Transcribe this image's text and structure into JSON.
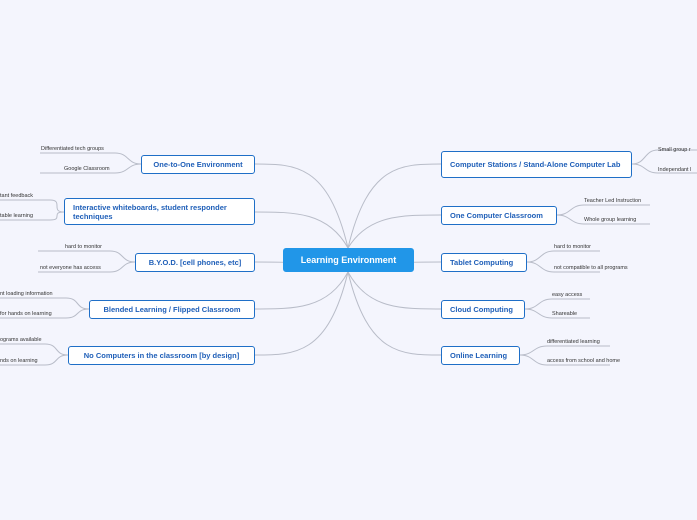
{
  "colors": {
    "background": "#f4f5fd",
    "center_fill": "#2196e8",
    "node_border": "#1f6fc7",
    "node_text": "#1f5fb8",
    "connector": "#b8bcc8"
  },
  "center": {
    "label": "Learning Environment"
  },
  "right_branches": [
    {
      "label": "Computer Stations / Stand-Alone Computer Lab",
      "leaves": [
        "Small group r",
        "Independant l"
      ]
    },
    {
      "label": "One Computer Classroom",
      "leaves": [
        "Teacher Led Instruction",
        "Whole group learning"
      ]
    },
    {
      "label": "Tablet Computing",
      "leaves": [
        "hard to monitor",
        "not compatible to all programs"
      ]
    },
    {
      "label": "Cloud Computing",
      "leaves": [
        "easy access",
        "Shareable"
      ]
    },
    {
      "label": "Online Learning",
      "leaves": [
        "differentiated learning",
        "access from school and home"
      ]
    }
  ],
  "left_branches": [
    {
      "label": "One-to-One Environment",
      "leaves": [
        "Differentiated tech groups",
        "Google Classroom"
      ]
    },
    {
      "label": "Interactive whiteboards, student responder techniques",
      "leaves": [
        "tant feedback",
        "table learning"
      ]
    },
    {
      "label": "B.Y.O.D. [cell phones, etc]",
      "leaves": [
        "hard to monitor",
        "not everyone has access"
      ]
    },
    {
      "label": "Blended Learning / Flipped Classroom",
      "leaves": [
        "nt loading information",
        "for hands on learning"
      ]
    },
    {
      "label": "No Computers in the classroom [by design]",
      "leaves": [
        "ograms available",
        "nds on learning"
      ]
    }
  ]
}
